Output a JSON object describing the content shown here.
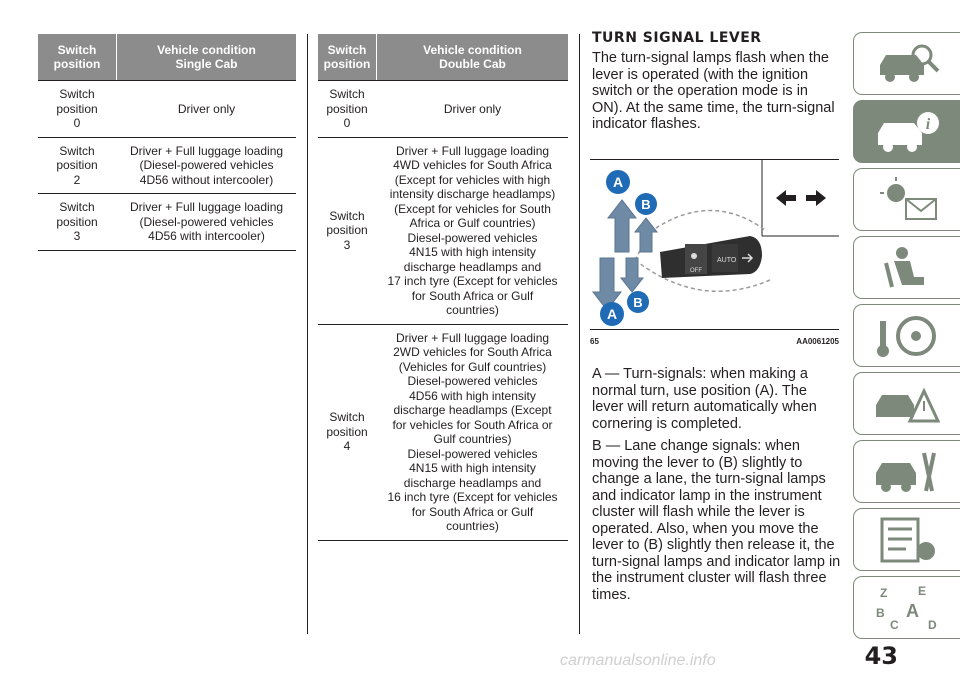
{
  "table_single": {
    "header": {
      "col1": "Switch\nposition",
      "col2": "Vehicle condition\nSingle Cab"
    },
    "rows": [
      {
        "position": "Switch\nposition\n0",
        "condition": "Driver only"
      },
      {
        "position": "Switch\nposition\n2",
        "condition": "Driver + Full luggage loading\n(Diesel-powered vehicles\n4D56 without intercooler)"
      },
      {
        "position": "Switch\nposition\n3",
        "condition": "Driver + Full luggage loading\n(Diesel-powered vehicles\n4D56 with intercooler)"
      }
    ]
  },
  "table_double": {
    "header": {
      "col1": "Switch\nposition",
      "col2": "Vehicle condition\nDouble Cab"
    },
    "rows": [
      {
        "position": "Switch\nposition\n0",
        "condition": "Driver only"
      },
      {
        "position": "Switch\nposition\n3",
        "condition": "Driver + Full luggage loading\n4WD vehicles for South Africa\n(Except for vehicles with high\nintensity discharge headlamps)\n(Except for vehicles for South\nAfrica or Gulf countries)\nDiesel-powered vehicles\n4N15 with high intensity\ndischarge headlamps and\n17 inch tyre (Except for vehicles\nfor South Africa or Gulf\ncountries)"
      },
      {
        "position": "Switch\nposition\n4",
        "condition": "Driver + Full luggage loading\n2WD vehicles for South Africa\n(Vehicles for Gulf countries)\nDiesel-powered vehicles\n4D56 with high intensity\ndischarge headlamps (Except\nfor vehicles for South Africa or\nGulf countries)\nDiesel-powered vehicles\n4N15 with high intensity\ndischarge headlamps and\n16 inch tyre (Except for vehicles\nfor South Africa or Gulf\ncountries)"
      }
    ]
  },
  "section": {
    "title": "TURN SIGNAL LEVER",
    "intro": "The turn-signal lamps flash when the lever is operated (with the ignition switch or the operation mode is in ON). At the same time, the turn-signal indicator flashes."
  },
  "figure": {
    "number": "65",
    "code": "AA0061205",
    "labels": {
      "a": "A",
      "b": "B"
    },
    "lever_text": {
      "auto": "AUTO",
      "off": "OFF"
    }
  },
  "descriptions": [
    "A — Turn-signals: when making a normal turn, use position (A). The lever will return automatically when cornering is completed.",
    "B — Lane change signals: when moving the lever to (B) slightly to change a lane, the turn-signal lamps and indicator lamp in the instrument cluster will flash while the lever is operated. Also, when you move the lever to (B) slightly then release it, the turn-signal lamps and indicator lamp in the instrument cluster will flash three times."
  ],
  "page_number": "43",
  "watermark": "carmanualsonline.info",
  "tabs": [
    {
      "icon": "car-search-icon",
      "active": false
    },
    {
      "icon": "car-info-icon",
      "active": true
    },
    {
      "icon": "warning-light-message-icon",
      "active": false
    },
    {
      "icon": "airbag-seat-icon",
      "active": false
    },
    {
      "icon": "key-steering-wheel-icon",
      "active": false
    },
    {
      "icon": "car-warning-triangle-icon",
      "active": false
    },
    {
      "icon": "car-tools-icon",
      "active": false
    },
    {
      "icon": "specifications-list-icon",
      "active": false
    },
    {
      "icon": "alphabetical-index-icon",
      "active": false
    }
  ],
  "colors": {
    "table_header": "#8c8c8c",
    "tab_accent": "#7d8a7b",
    "figure_red": "#c8102e",
    "figure_blue": "#1f6bb5"
  }
}
